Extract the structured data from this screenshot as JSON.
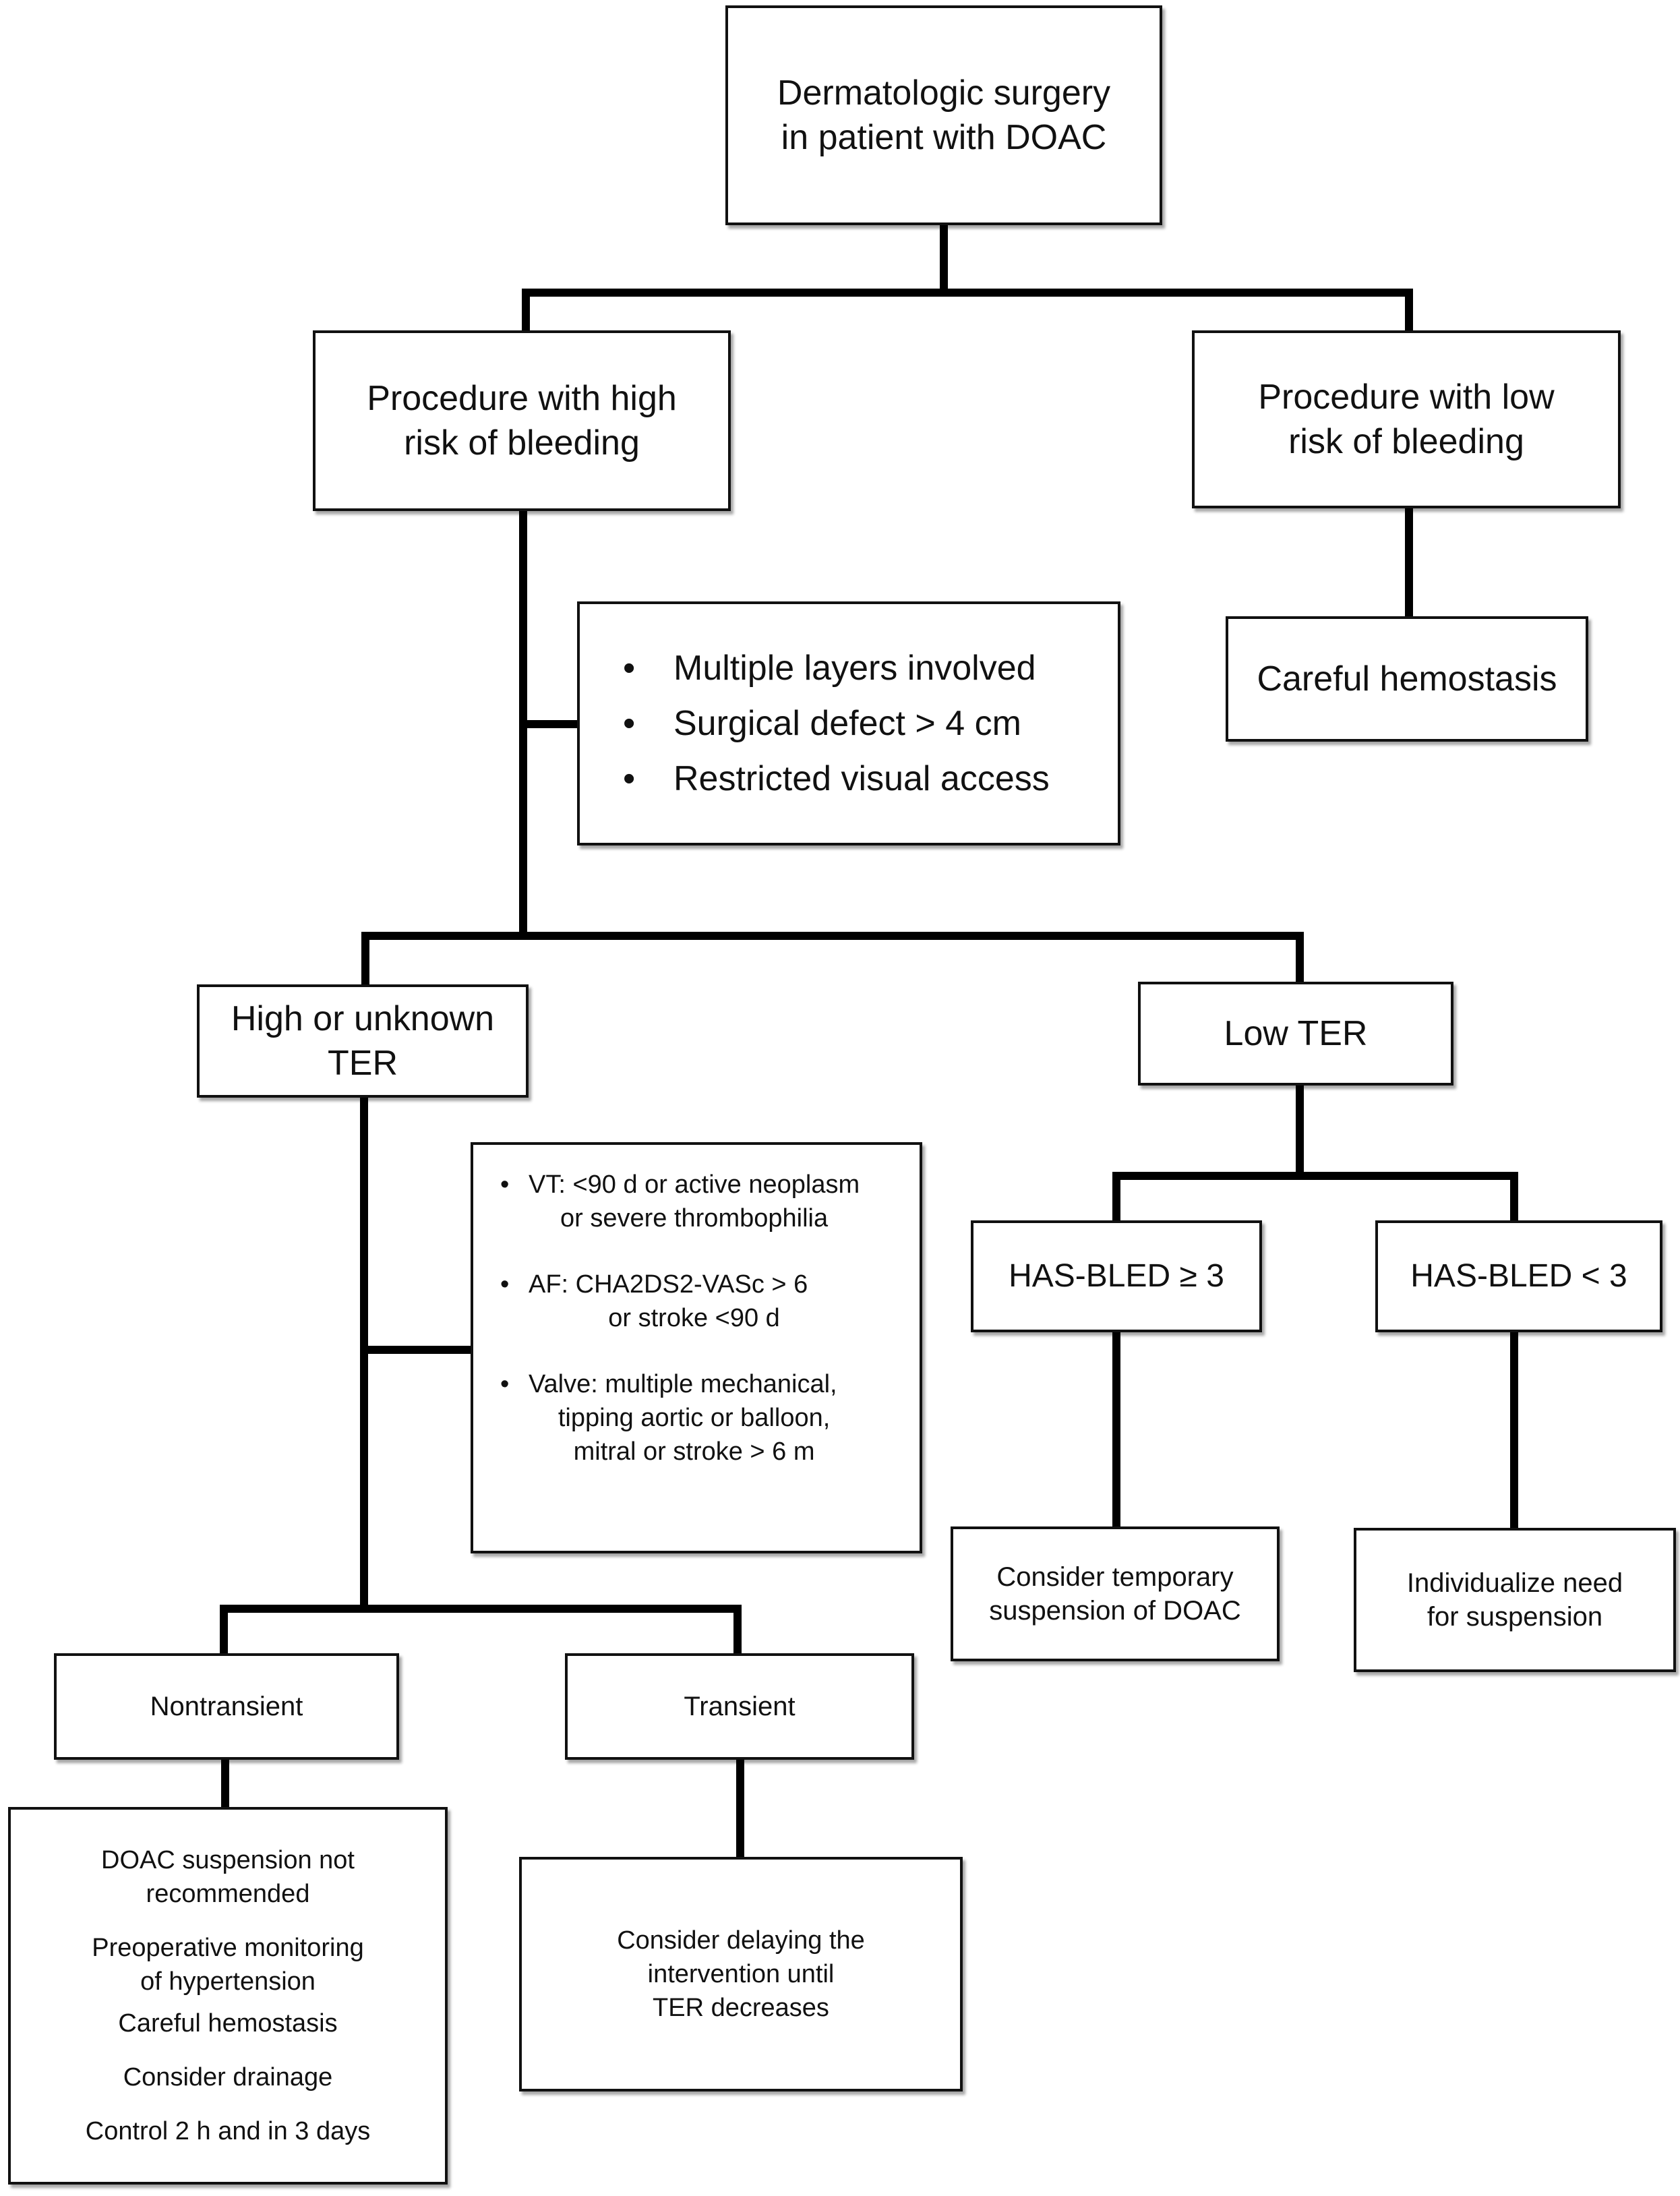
{
  "diagram": {
    "root": {
      "line1": "Dermatologic surgery",
      "line2": "in patient with DOAC"
    },
    "high_risk": {
      "line1": "Procedure with high",
      "line2": "risk of bleeding"
    },
    "low_risk": {
      "line1": "Procedure with low",
      "line2": "risk of bleeding"
    },
    "criteria": [
      "Multiple layers involved",
      "Surgical defect > 4 cm",
      "Restricted visual access"
    ],
    "careful_hemostasis": "Careful hemostasis",
    "high_ter": {
      "line1": "High or unknown",
      "line2": "TER"
    },
    "low_ter": "Low TER",
    "ter_criteria": [
      {
        "first": "VT: <90 d or active neoplasm",
        "rest": "or severe thrombophilia"
      },
      {
        "first": "AF: CHA2DS2-VASc > 6",
        "rest": "or stroke <90 d"
      },
      {
        "first": "Valve: multiple mechanical,",
        "rest": "tipping aortic or balloon,",
        "rest2": "mitral or stroke > 6 m"
      }
    ],
    "hasbled_high": "HAS-BLED ≥ 3",
    "hasbled_low": "HAS-BLED < 3",
    "consider_suspension": {
      "line1": "Consider temporary",
      "line2": "suspension of DOAC"
    },
    "individualize": {
      "line1": "Individualize need",
      "line2": "for suspension"
    },
    "nontransient": "Nontransient",
    "transient": "Transient",
    "nontransient_actions": {
      "item1a": "DOAC suspension not",
      "item1b": "recommended",
      "item2a": "Preoperative monitoring",
      "item2b": "of hypertension",
      "item3": "Careful hemostasis",
      "item4": "Consider drainage",
      "item5": "Control 2 h and in 3 days"
    },
    "transient_action": {
      "line1": "Consider delaying the",
      "line2": "intervention until",
      "line3": "TER decreases"
    }
  }
}
